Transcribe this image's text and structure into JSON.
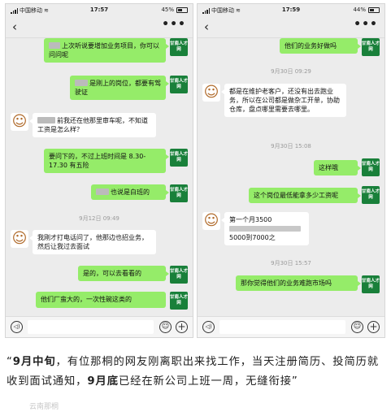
{
  "phone1": {
    "status": {
      "carrier": "中国移动",
      "time": "17:57",
      "battery": "45%",
      "battery_level": 0.45
    },
    "avatar_label": "甘南人才网",
    "messages": [
      {
        "side": "right",
        "text": "上次听说要增加业务项目，你可以问问呢"
      },
      {
        "side": "right",
        "text": "是刚上的岗位，都要有驾驶证"
      },
      {
        "side": "left",
        "text": "前我还在他那里审车呢，不知道工资是怎么样？"
      },
      {
        "side": "right",
        "text": "要问下的，不过上班时间是 8.30-17.30 有五险"
      },
      {
        "side": "right",
        "text": "也说是白班的"
      },
      {
        "side": "time",
        "text": "9月12日 09:49"
      },
      {
        "side": "left",
        "text": "我刚才打电话问了，他那边也招业务，然后让我过去面试"
      },
      {
        "side": "right",
        "text": "是的，可以去看看的"
      },
      {
        "side": "right",
        "text": "他们厂蛮大的，一次性碗这类的"
      }
    ]
  },
  "phone2": {
    "status": {
      "carrier": "中国移动",
      "time": "17:59",
      "battery": "44%",
      "battery_level": 0.44
    },
    "avatar_label": "甘南人才网",
    "messages": [
      {
        "side": "right",
        "text": "他们的业务好做吗"
      },
      {
        "side": "time",
        "text": "9月30日 09:29"
      },
      {
        "side": "left",
        "text": "都是在维护老客户，还没有出去跑业务，所以在公司都是做杂工开单，协助仓库，盘点哪里需要去哪里。"
      },
      {
        "side": "time",
        "text": "9月30日 15:08"
      },
      {
        "side": "right",
        "text": "这样哦"
      },
      {
        "side": "right",
        "text": "这个岗位最低能拿多少工资呢"
      },
      {
        "side": "left",
        "text": "第一个月3500"
      },
      {
        "side": "left",
        "text": "5000到7000之"
      },
      {
        "side": "time",
        "text": "9月30日 15:57"
      },
      {
        "side": "right",
        "text": "那你觉得他们的业务难跑市场吗"
      }
    ]
  },
  "icons": {
    "back": "‹",
    "more": "•••",
    "voice": "◁)",
    "emoji": "☺",
    "plus": "+"
  },
  "caption": {
    "open_quote": "“",
    "bold1": "9月中旬",
    "text1": "，有位那桐的网友刚离职出来找工作，当天注册简历、投简历就收到面试通知，",
    "bold2": "9月底",
    "text2": "已经在新公司上班一周，无缝衔接",
    "close_quote": "”"
  },
  "watermark": "云南那桐",
  "colors": {
    "bubble_green": "#95ec69",
    "avatar_green": "#19803a",
    "chat_bg": "#ececec"
  }
}
